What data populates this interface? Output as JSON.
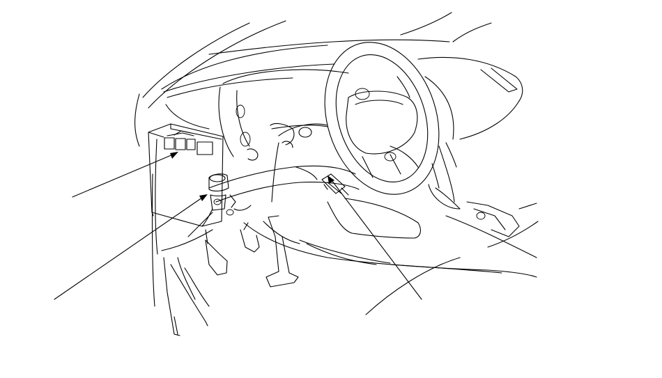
{
  "figure": {
    "line_color": "#000000",
    "background_color": "#ffffff"
  },
  "callouts": [
    {
      "name": "relay-callout"
    },
    {
      "name": "connector-callout"
    },
    {
      "name": "steering-column-callout"
    }
  ]
}
